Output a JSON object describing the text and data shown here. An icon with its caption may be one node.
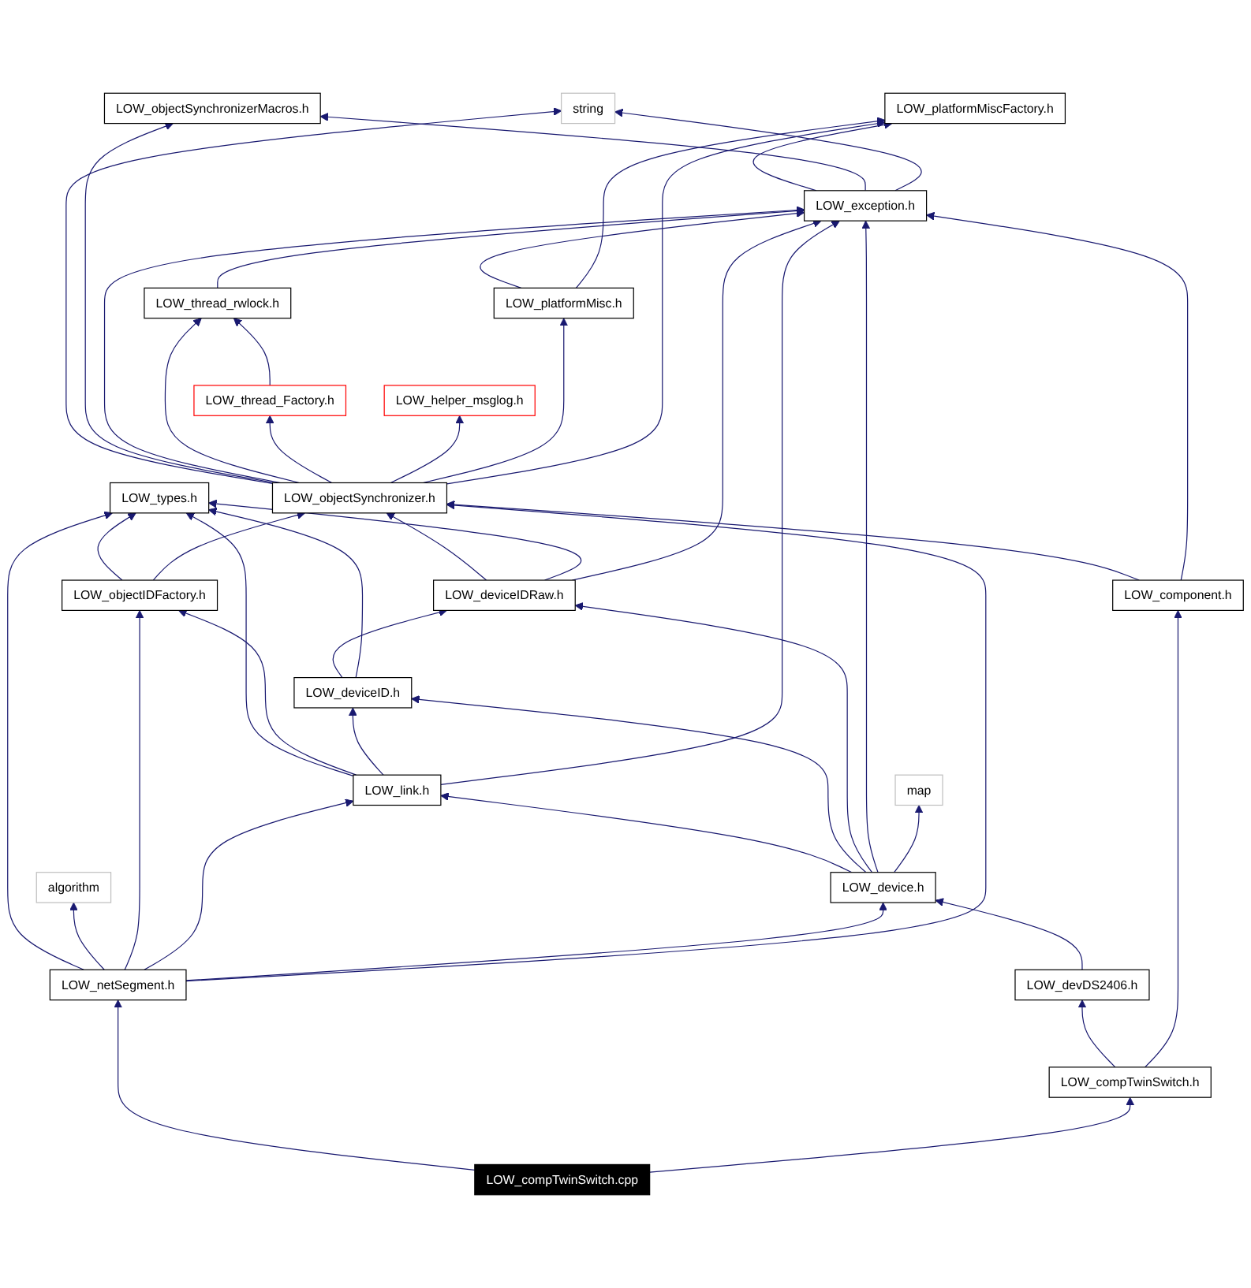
{
  "diagram": {
    "nodes": [
      {
        "text": [
          "string"
        ]
      },
      {
        "text": [
          "LOW_objectSynchronizerMacros.h"
        ]
      },
      {
        "text": [
          "LOW_platformMiscFactory.h"
        ]
      },
      {
        "text": [
          "LOW_exception.h"
        ]
      },
      {
        "text": [
          "LOW_thread_rwlock.h"
        ]
      },
      {
        "text": [
          "LOW_platformMisc.h"
        ]
      },
      {
        "text": [
          "LOW_thread_Factory.h"
        ]
      },
      {
        "text": [
          "LOW_helper_msglog.h"
        ]
      },
      {
        "text": [
          "LOW_objectSynchronizer.h"
        ]
      },
      {
        "text": [
          "LOW_types.h"
        ]
      },
      {
        "text": [
          "LOW_deviceIDRaw.h"
        ]
      },
      {
        "text": [
          "LOW_component.h"
        ]
      },
      {
        "text": [
          "LOW_objectIDFactory.h"
        ]
      },
      {
        "text": [
          "LOW_deviceID.h"
        ]
      },
      {
        "text": [
          "LOW_link.h"
        ]
      },
      {
        "text": [
          "map"
        ]
      },
      {
        "text": [
          "algorithm"
        ]
      },
      {
        "text": [
          "LOW_device.h"
        ]
      },
      {
        "text": [
          "LOW_netSegment.h"
        ]
      },
      {
        "text": [
          "LOW_devDS2406.h"
        ]
      },
      {
        "text": [
          "LOW_compTwinSwitch.h"
        ]
      },
      {
        "text": [
          "LOW_compTwinSwitch.cpp"
        ]
      }
    ],
    "edges": [
      {
        "from": 3,
        "to": 2,
        "arrow": "to"
      },
      {
        "from": 3,
        "to": 1,
        "arrow": "to"
      },
      {
        "from": 3,
        "to": 0,
        "arrow": "to"
      },
      {
        "from": 4,
        "to": 3,
        "arrow": "to"
      },
      {
        "from": 5,
        "to": 3,
        "arrow": "to"
      },
      {
        "from": 5,
        "to": 2,
        "arrow": "to"
      },
      {
        "from": 6,
        "to": 4,
        "arrow": "to"
      },
      {
        "from": 8,
        "to": 0,
        "arrow": "to"
      },
      {
        "from": 8,
        "to": 1,
        "arrow": "to"
      },
      {
        "from": 8,
        "to": 3,
        "arrow": "to"
      },
      {
        "from": 8,
        "to": 4,
        "arrow": "to"
      },
      {
        "from": 8,
        "to": 6,
        "arrow": "to"
      },
      {
        "from": 8,
        "to": 7,
        "arrow": "to"
      },
      {
        "from": 8,
        "to": 5,
        "arrow": "to"
      },
      {
        "from": 8,
        "to": 2,
        "arrow": "to"
      },
      {
        "from": 10,
        "to": 8,
        "arrow": "to"
      },
      {
        "from": 10,
        "to": 9,
        "arrow": "to"
      },
      {
        "from": 10,
        "to": 3,
        "arrow": "to"
      },
      {
        "from": 11,
        "to": 8,
        "arrow": "to"
      },
      {
        "from": 11,
        "to": 3,
        "arrow": "to"
      },
      {
        "from": 12,
        "to": 9,
        "arrow": "to"
      },
      {
        "from": 12,
        "to": 8,
        "arrow": "to"
      },
      {
        "from": 13,
        "to": 10,
        "arrow": "to"
      },
      {
        "from": 13,
        "to": 9,
        "arrow": "to"
      },
      {
        "from": 14,
        "to": 9,
        "arrow": "to"
      },
      {
        "from": 14,
        "to": 12,
        "arrow": "to"
      },
      {
        "from": 14,
        "to": 13,
        "arrow": "to"
      },
      {
        "from": 14,
        "to": 3,
        "arrow": "to"
      },
      {
        "from": 17,
        "to": 14,
        "arrow": "to"
      },
      {
        "from": 17,
        "to": 13,
        "arrow": "to"
      },
      {
        "from": 17,
        "to": 10,
        "arrow": "to"
      },
      {
        "from": 17,
        "to": 3,
        "arrow": "to"
      },
      {
        "from": 17,
        "to": 15,
        "arrow": "to"
      },
      {
        "from": 18,
        "to": 9,
        "arrow": "to"
      },
      {
        "from": 18,
        "to": 16,
        "arrow": "to"
      },
      {
        "from": 18,
        "to": 12,
        "arrow": "to"
      },
      {
        "from": 18,
        "to": 14,
        "arrow": "to"
      },
      {
        "from": 18,
        "to": 17,
        "arrow": "to"
      },
      {
        "from": 18,
        "to": 8,
        "arrow": "to"
      },
      {
        "from": 19,
        "to": 17,
        "arrow": "to"
      },
      {
        "from": 20,
        "to": 19,
        "arrow": "to"
      },
      {
        "from": 20,
        "to": 11,
        "arrow": "to"
      },
      {
        "from": 21,
        "to": 18,
        "arrow": "to"
      },
      {
        "from": 21,
        "to": 20,
        "arrow": "to"
      }
    ]
  }
}
